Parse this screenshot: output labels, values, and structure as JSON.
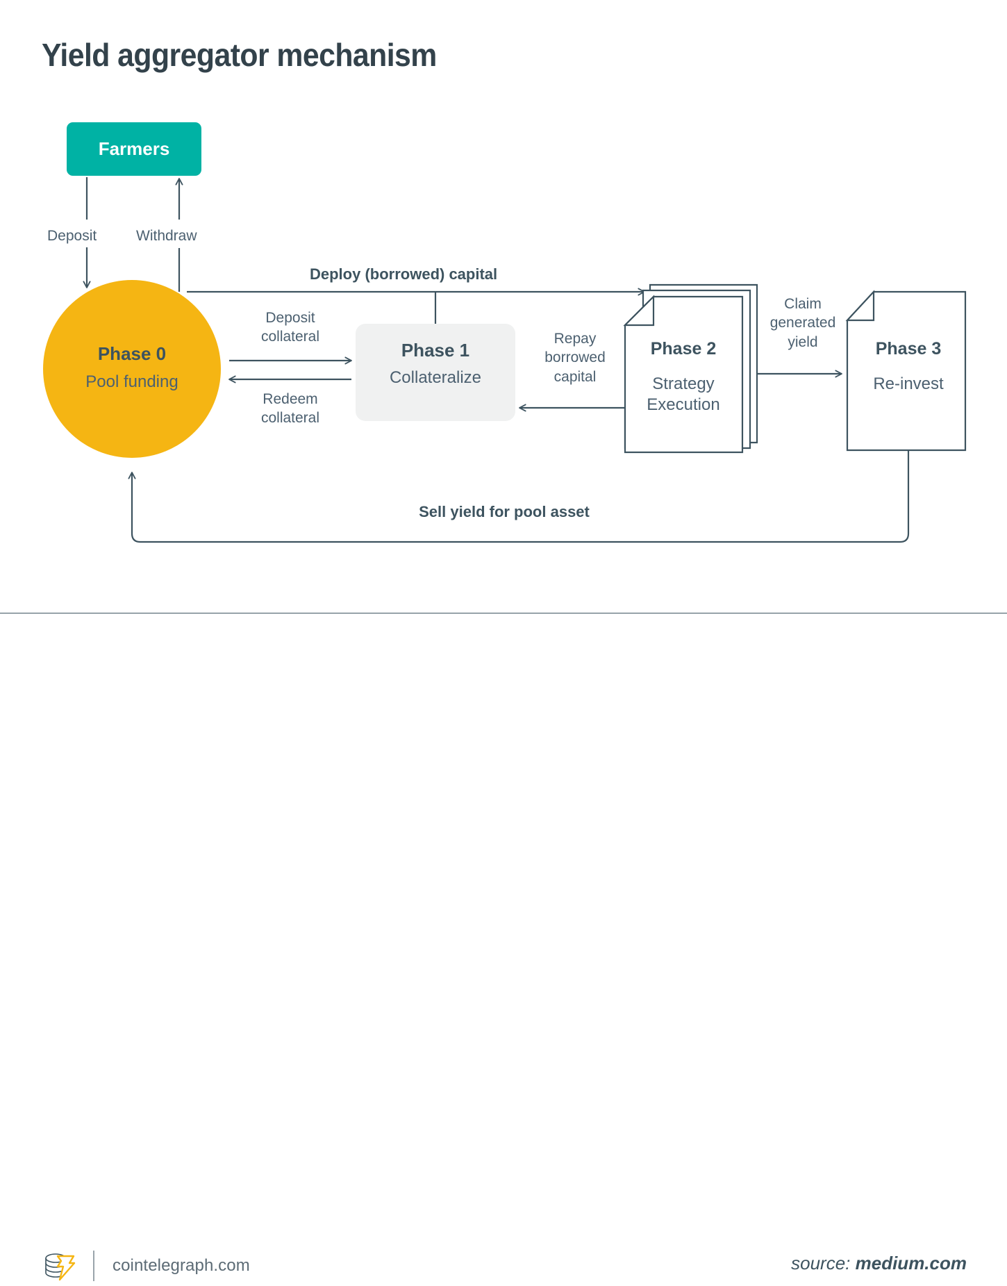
{
  "title": "Yield aggregator mechanism",
  "colors": {
    "teal": "#00b2a4",
    "orange": "#f5b513",
    "ink": "#3d535f",
    "gray_box": "#f0f1f1",
    "background": "#ffffff"
  },
  "nodes": {
    "farmers": {
      "label": "Farmers",
      "shape": "rounded-rect",
      "fill": "#00b2a4"
    },
    "phase0": {
      "title": "Phase 0",
      "subtitle": "Pool funding",
      "shape": "circle",
      "fill": "#f5b513"
    },
    "phase1": {
      "title": "Phase 1",
      "subtitle": "Collateralize",
      "shape": "rounded-rect",
      "fill": "#f0f1f1"
    },
    "phase2": {
      "title": "Phase 2",
      "subtitle": "Strategy\nExecution",
      "shape": "document-stack",
      "fill": "#ffffff"
    },
    "phase3": {
      "title": "Phase 3",
      "subtitle": "Re-invest",
      "shape": "document",
      "fill": "#ffffff"
    }
  },
  "edges": {
    "deposit": {
      "label": "Deposit",
      "from": "farmers",
      "to": "phase0",
      "bold": false
    },
    "withdraw": {
      "label": "Withdraw",
      "from": "phase0",
      "to": "farmers",
      "bold": false
    },
    "deploy": {
      "label": "Deploy (borrowed) capital",
      "from": "phase0",
      "to": "phase2",
      "bold": true
    },
    "deposit_collateral": {
      "label": "Deposit\ncollateral",
      "from": "phase0",
      "to": "phase1",
      "bold": false
    },
    "redeem_collateral": {
      "label": "Redeem\ncollateral",
      "from": "phase1",
      "to": "phase0",
      "bold": false
    },
    "repay": {
      "label": "Repay\nborrowed\ncapital",
      "from": "phase2",
      "to": "phase1",
      "bold": false
    },
    "claim": {
      "label": "Claim\ngenerated\nyield",
      "from": "phase2",
      "to": "phase3",
      "bold": false
    },
    "sell": {
      "label": "Sell yield for pool asset",
      "from": "phase3",
      "to": "phase0",
      "bold": true
    }
  },
  "footer": {
    "brand": "cointelegraph.com",
    "logo_icon": "coin-stack-bolt-logo",
    "source_prefix": "source: ",
    "source_name": "medium.com"
  }
}
